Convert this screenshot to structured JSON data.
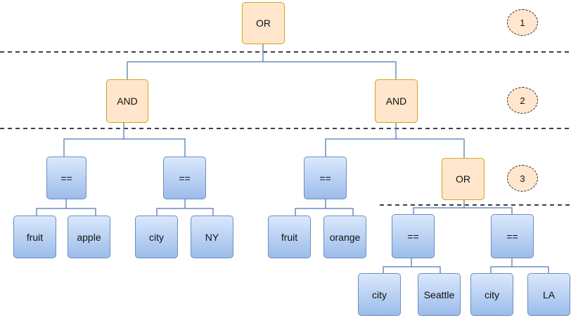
{
  "colors": {
    "operator_fill": "#ffe6cc",
    "operator_stroke": "#d6a517",
    "comparison_fill_top": "#dae8fc",
    "comparison_fill_bottom": "#9cbcea",
    "comparison_stroke": "#6c8ebf",
    "connector": "#6c8ebf",
    "separator": "#000000"
  },
  "levels": [
    "1",
    "2",
    "3"
  ],
  "nodes": {
    "root": "OR",
    "and_left": "AND",
    "and_right": "AND",
    "eq_fruit_apple": "==",
    "eq_city_ny": "==",
    "eq_fruit_orange": "==",
    "or_inner": "OR",
    "eq_city_seattle": "==",
    "eq_city_la": "==",
    "leaf_fruit_1": "fruit",
    "leaf_apple": "apple",
    "leaf_city_1": "city",
    "leaf_ny": "NY",
    "leaf_fruit_2": "fruit",
    "leaf_orange": "orange",
    "leaf_city_2": "city",
    "leaf_seattle": "Seattle",
    "leaf_city_3": "city",
    "leaf_la": "LA"
  }
}
